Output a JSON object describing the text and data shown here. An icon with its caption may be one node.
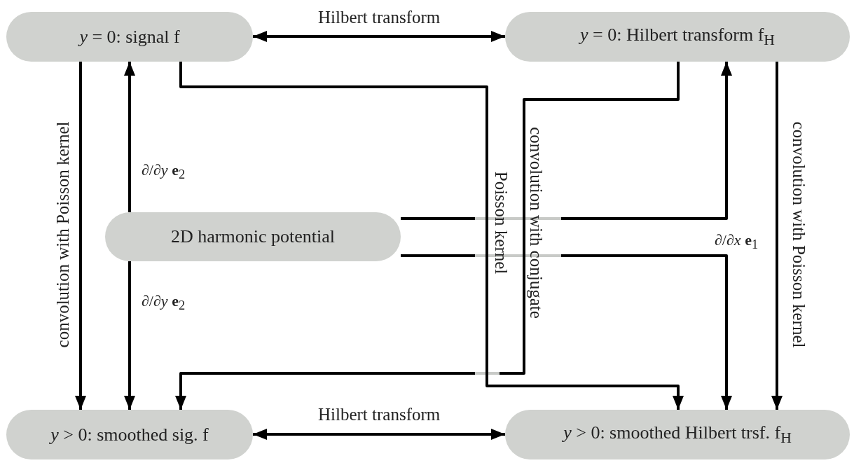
{
  "diagram": {
    "nodes": [
      {
        "text": [
          "*y* = 0: signal f"
        ]
      },
      {
        "text": [
          "*y* = 0: Hilbert transform f$_{H}$"
        ]
      },
      {
        "text": [
          "2D harmonic potential"
        ]
      },
      {
        "text": [
          "*y* > 0: smoothed sig. f"
        ]
      },
      {
        "text": [
          "*y* > 0: smoothed Hilbert trsf. f$_{H}$"
        ]
      }
    ],
    "edges": [
      {
        "from": 0,
        "to": 1,
        "arrow": "both",
        "label": "Hilbert transform"
      },
      {
        "from": 3,
        "to": 4,
        "arrow": "both",
        "label": "Hilbert transform"
      },
      {
        "from": 0,
        "to": 3,
        "arrow": "to",
        "label": "convolution with Poisson kernel"
      },
      {
        "from": 1,
        "to": 4,
        "arrow": "to",
        "label": "convolution with Poisson kernel"
      },
      {
        "from": 2,
        "to": 0,
        "arrow": "to",
        "label": "∂/∂*y* **e**$_{2}$"
      },
      {
        "from": 2,
        "to": 3,
        "arrow": "to",
        "label": "∂/∂*y* **e**$_{2}$"
      },
      {
        "from": 2,
        "to": 1,
        "arrow": "to",
        "label": "∂/∂*x* **e**$_{1}$"
      },
      {
        "from": 2,
        "to": 4,
        "arrow": "to"
      },
      {
        "from": 0,
        "to": 4,
        "arrow": "to"
      },
      {
        "from": 1,
        "to": 3,
        "arrow": "to",
        "label": "convolution with conjugate Poisson kernel"
      }
    ]
  }
}
